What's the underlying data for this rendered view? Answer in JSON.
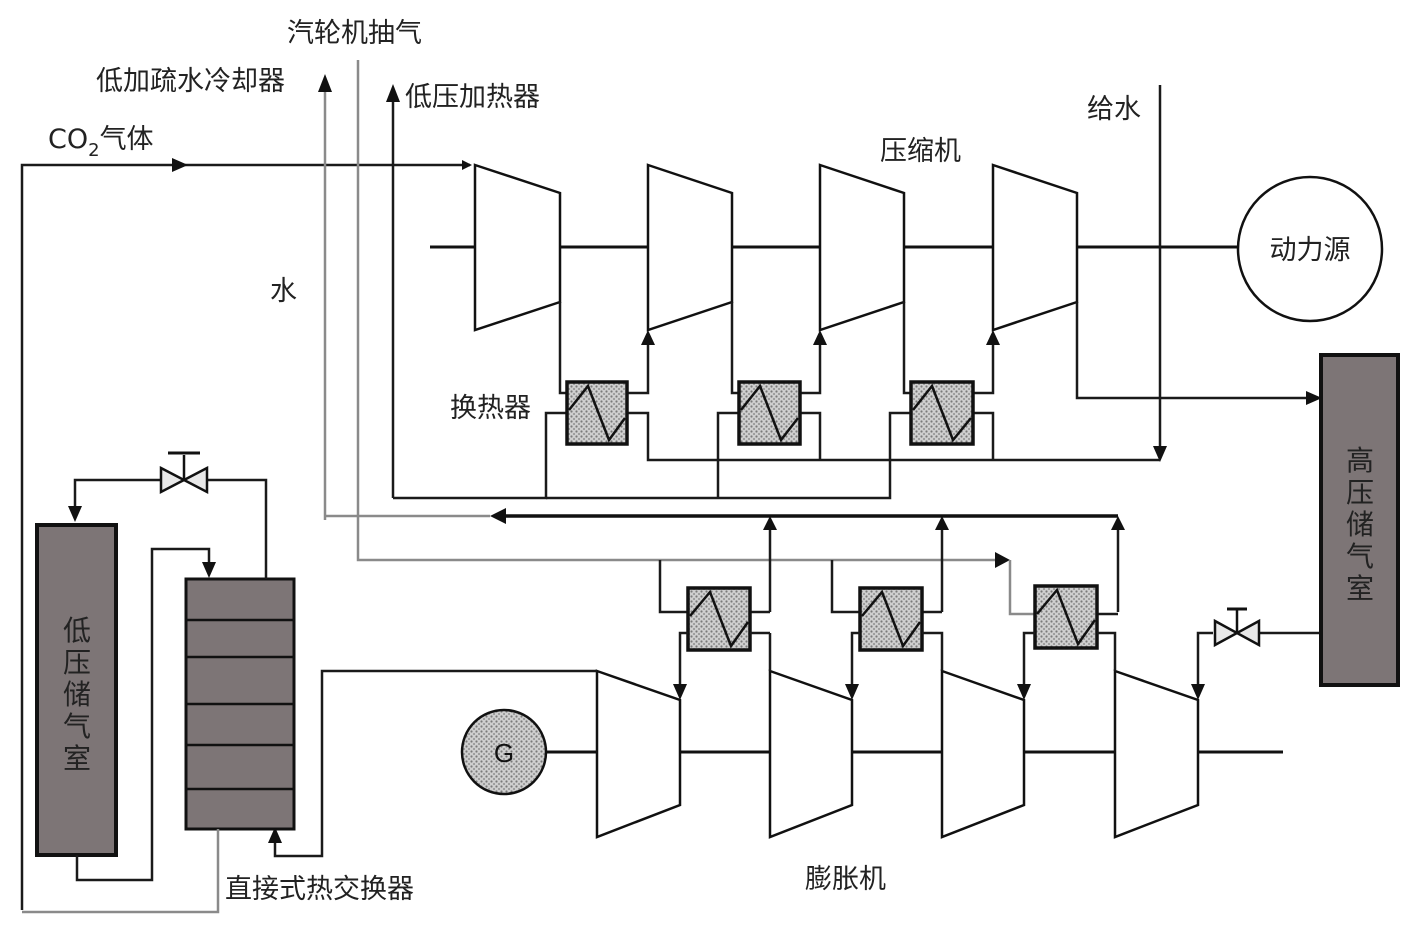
{
  "labels": {
    "turbine_extraction": "汽轮机抽气",
    "lp_drain_cooler": "低加疏水冷却器",
    "lp_heater": "低压加热器",
    "co2_gas_prefix": "CO",
    "co2_gas_sub": "2",
    "co2_gas_suffix": "气体",
    "compressor": "压缩机",
    "feed_water": "给水",
    "power_source": "动力源",
    "water": "水",
    "heat_exchanger": "换热器",
    "hp_storage": [
      "高",
      "压",
      "储",
      "气",
      "室"
    ],
    "lp_storage": [
      "低",
      "压",
      "储",
      "气",
      "室"
    ],
    "direct_heat_exchanger": "直接式热交换器",
    "expander": "膨胀机",
    "generator": "G"
  },
  "components": {
    "compressor_stages": 4,
    "expander_stages": 4,
    "intercoolers": 3,
    "reheaters": 3,
    "valves": 2,
    "direct_hx_trays": 6
  }
}
